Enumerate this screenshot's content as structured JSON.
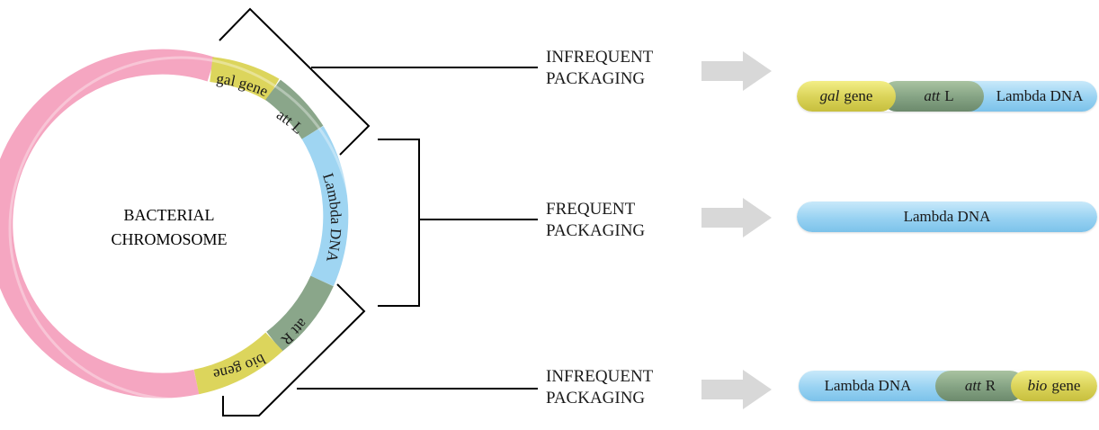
{
  "chromosome": {
    "line1": "BACTERIAL",
    "line2": "CHROMOSOME"
  },
  "ring_labels": {
    "gal": "gal gene",
    "attL": "att L",
    "lambda": "Lambda DNA",
    "attR": "att R",
    "bio": "bio gene"
  },
  "rows": [
    {
      "label_line1": "INFREQUENT",
      "label_line2": "PACKAGING",
      "segments": [
        {
          "italic": "gal",
          "text": "gene",
          "color": "yellow"
        },
        {
          "italic": "att",
          "text": "L",
          "color": "green"
        },
        {
          "italic": "",
          "text": "Lambda DNA",
          "color": "blue"
        }
      ]
    },
    {
      "label_line1": "FREQUENT",
      "label_line2": "PACKAGING",
      "segments": [
        {
          "italic": "",
          "text": "Lambda DNA",
          "color": "blue"
        }
      ]
    },
    {
      "label_line1": "INFREQUENT",
      "label_line2": "PACKAGING",
      "segments": [
        {
          "italic": "",
          "text": "Lambda DNA",
          "color": "blue"
        },
        {
          "italic": "att",
          "text": "R",
          "color": "green"
        },
        {
          "italic": "bio",
          "text": "gene",
          "color": "yellow"
        }
      ]
    }
  ],
  "colors": {
    "chromosome": "#f4a3bf",
    "gal_bio": "#dcd55c",
    "att": "#8aa68a",
    "lambda": "#9fd5f2",
    "arrow": "#d8d8d8",
    "bracket": "#000000"
  }
}
